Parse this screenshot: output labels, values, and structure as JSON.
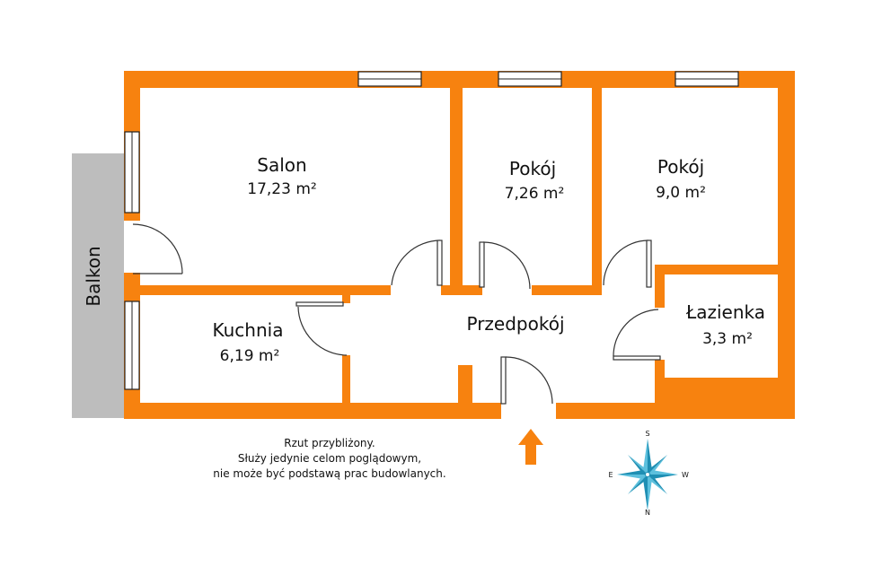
{
  "rooms": {
    "salon": {
      "name": "Salon",
      "area": "17,23 m²"
    },
    "pokoj1": {
      "name": "Pokój",
      "area": "7,26 m²"
    },
    "pokoj2": {
      "name": "Pokój",
      "area": "9,0 m²"
    },
    "kuchnia": {
      "name": "Kuchnia",
      "area": "6,19 m²"
    },
    "przedpokoj": {
      "name": "Przedpokój"
    },
    "lazienka": {
      "name": "Łazienka",
      "area": "3,3 m²"
    },
    "balkon": {
      "name": "Balkon"
    }
  },
  "note": {
    "line1": "Rzut przybliżony.",
    "line2": "Służy jedynie celom poglądowym,",
    "line3": "nie może być podstawą prac budowlanych."
  },
  "compass": {
    "s": "S",
    "n": "N",
    "e": "E",
    "w": "W"
  },
  "colors": {
    "wall": "#f7820f",
    "balcony": "#bdbdbd",
    "compass": "#1f8fb3"
  },
  "icons": {
    "entrance": "entrance-arrow-icon",
    "compass": "compass-rose-icon"
  }
}
